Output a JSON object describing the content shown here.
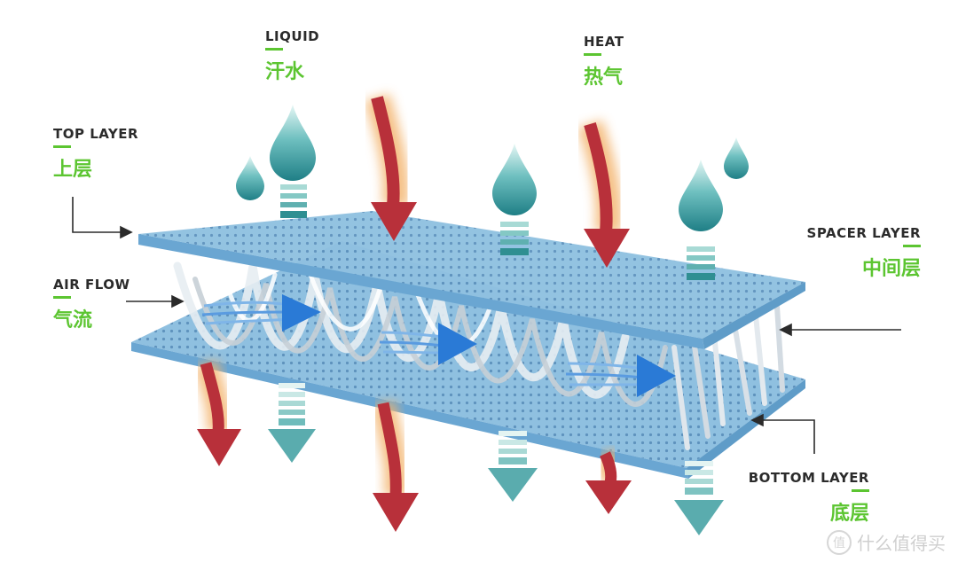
{
  "labels": {
    "liquid": {
      "en": "LIQUID",
      "cn": "汗水"
    },
    "heat": {
      "en": "HEAT",
      "cn": "热气"
    },
    "top_layer": {
      "en": "TOP LAYER",
      "cn": "上层"
    },
    "air_flow": {
      "en": "AIR FLOW",
      "cn": "气流"
    },
    "spacer_layer": {
      "en": "SPACER LAYER",
      "cn": "中间层"
    },
    "bottom_layer": {
      "en": "BOTTOM LAYER",
      "cn": "底层"
    }
  },
  "watermark": {
    "text": "什么值得买",
    "badge": "值"
  },
  "colors": {
    "label_green": "#5cc531",
    "label_dark": "#2b2b2b",
    "layer_blue": "#8fc0e0",
    "heat_arrow": "#b8303a",
    "liquid_teal": "#3a9a9c",
    "airflow_blue": "#2a7ad6"
  }
}
